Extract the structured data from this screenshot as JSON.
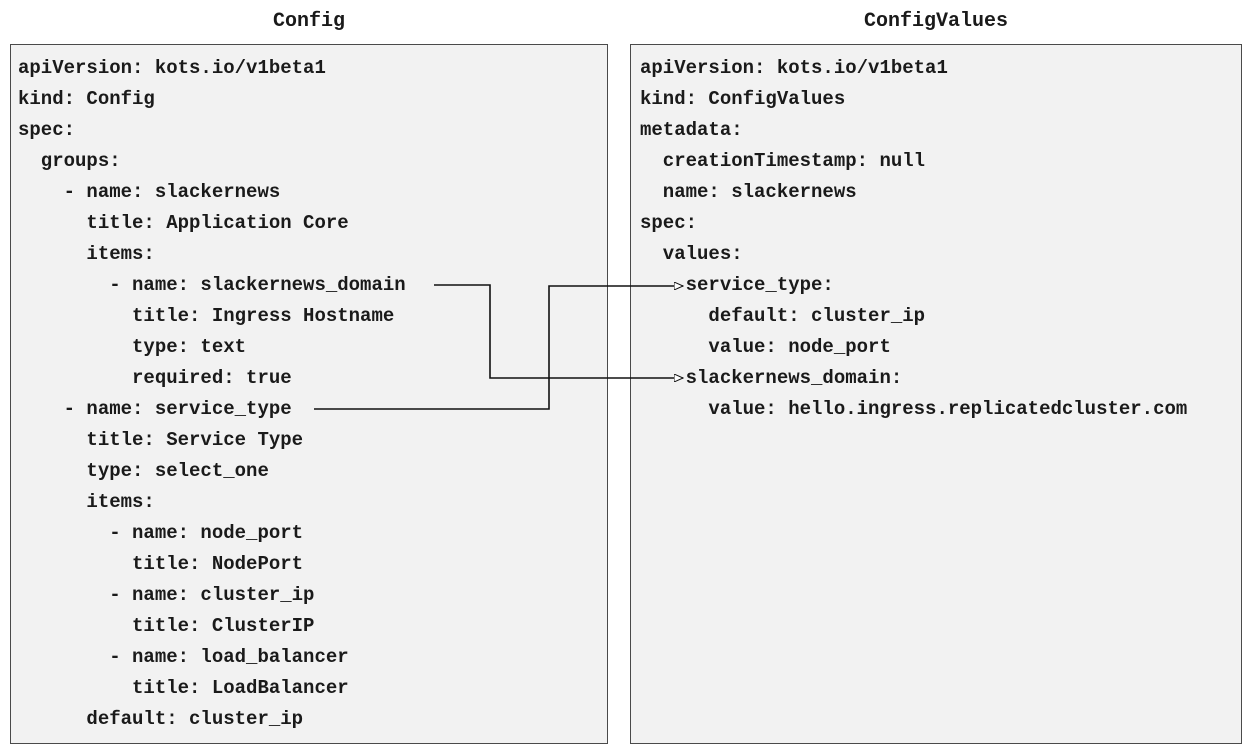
{
  "left": {
    "title": "Config",
    "lines": [
      "apiVersion: kots.io/v1beta1",
      "kind: Config",
      "spec:",
      "  groups:",
      "    - name: slackernews",
      "      title: Application Core",
      "      items:",
      "        - name: slackernews_domain",
      "          title: Ingress Hostname",
      "          type: text",
      "          required: true",
      "    - name: service_type",
      "      title: Service Type",
      "      type: select_one",
      "      items:",
      "        - name: node_port",
      "          title: NodePort",
      "        - name: cluster_ip",
      "          title: ClusterIP",
      "        - name: load_balancer",
      "          title: LoadBalancer",
      "      default: cluster_ip"
    ]
  },
  "right": {
    "title": "ConfigValues",
    "lines": [
      "apiVersion: kots.io/v1beta1",
      "kind: ConfigValues",
      "metadata:",
      "  creationTimestamp: null",
      "  name: slackernews",
      "spec:",
      "  values:",
      "    service_type:",
      "      default: cluster_ip",
      "      value: node_port",
      "    slackernews_domain:",
      "      value: hello.ingress.replicatedcluster.com"
    ]
  },
  "colors": {
    "panel_bg": "#f2f2f2",
    "border": "#4a4a4a",
    "text": "#1a1a1a",
    "arrow": "#111111"
  }
}
